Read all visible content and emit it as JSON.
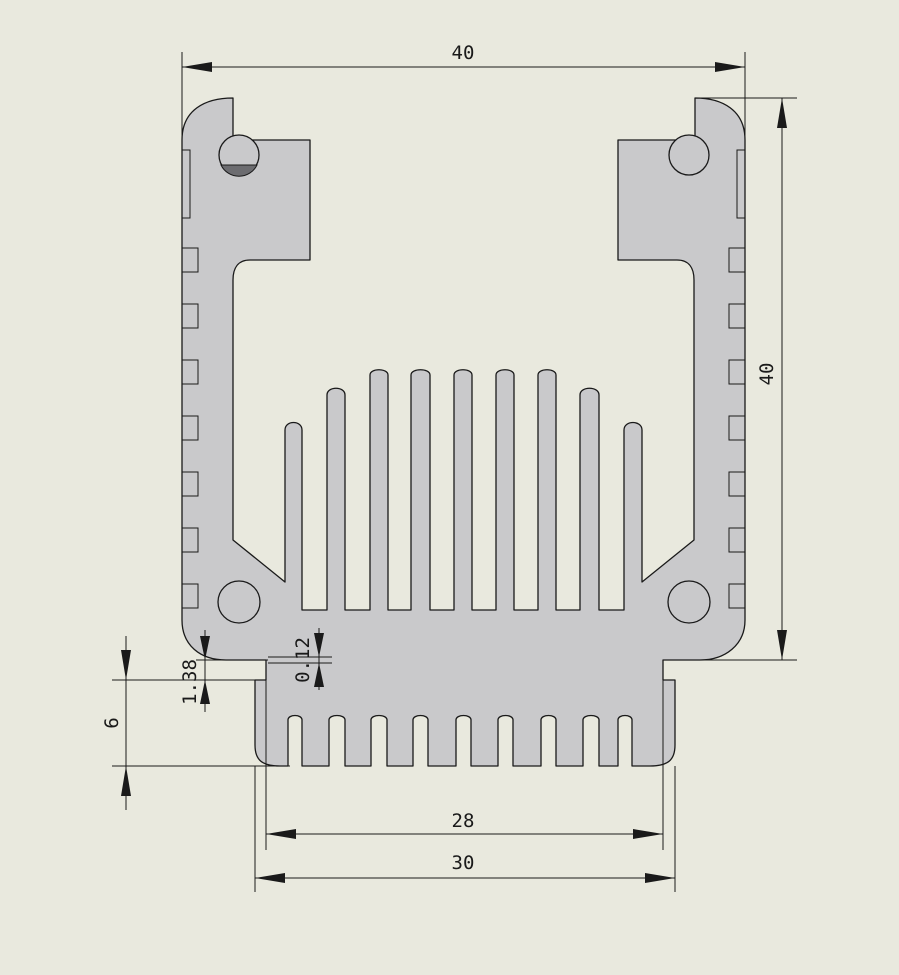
{
  "drawing": {
    "background": "#e9e9de",
    "part_fill": "#c9c9cb",
    "line_color": "#1a1a1a",
    "hole_shade": "#6c6c70"
  },
  "dimensions": {
    "overall_width": "40",
    "overall_height": "40",
    "inner_width": "28",
    "bottom_width": "30",
    "fin_height": "6",
    "base_thickness": "1.38",
    "step_offset": "0.12"
  }
}
